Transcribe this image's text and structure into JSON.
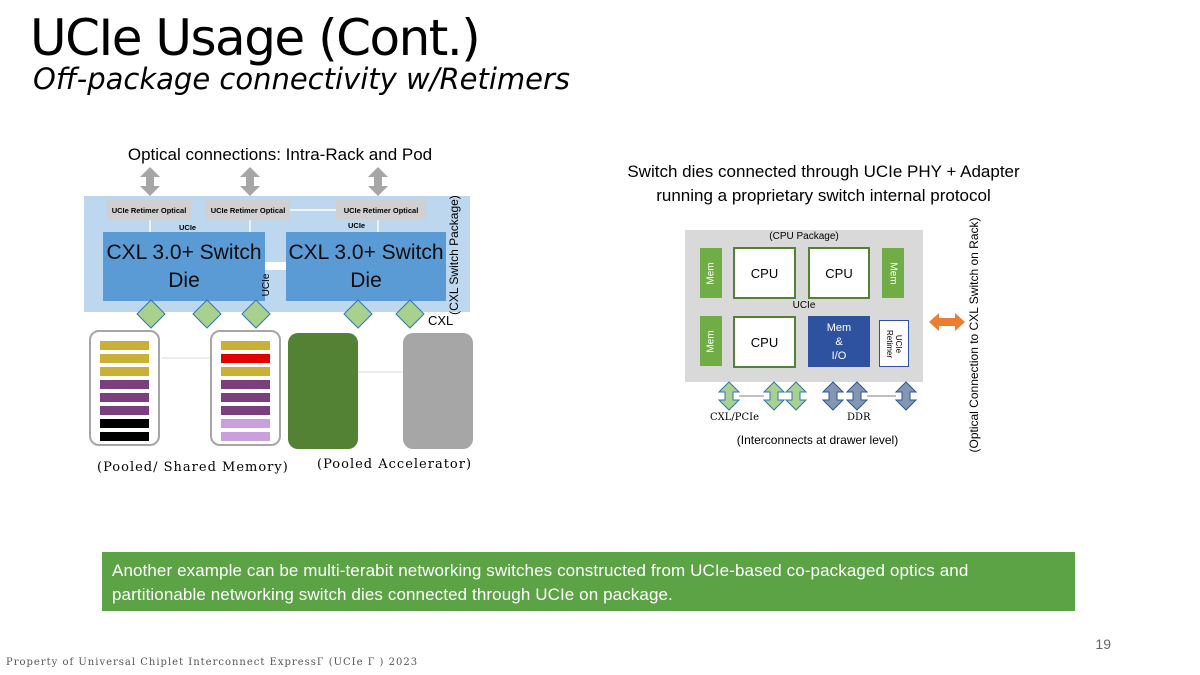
{
  "slide": {
    "title": "UCIe Usage (Cont.)",
    "subtitle": "Off-package connectivity w/Retimers",
    "page_number": "19",
    "footer": "Property of Universal Chiplet Interconnect ExpressГ (UCIe Г ) 2023"
  },
  "left_diagram": {
    "heading": "Optical  connections: Intra-Rack and Pod",
    "retimers": [
      "UCIe Retimer Optical",
      "UCIe Retimer Optical",
      "UCIe Retimer Optical"
    ],
    "ucie_labels": [
      "UCIe",
      "UCIe",
      "UCIe"
    ],
    "dies": [
      {
        "line1": "CXL 3.0+ Switch",
        "line2": "Die"
      },
      {
        "line1": "CXL 3.0+ Switch",
        "line2": "Die"
      }
    ],
    "package_label": "(CXL Switch Package)",
    "cxl_label": "CXL",
    "memory_caption": "(Pooled/ Shared Memory)",
    "accelerator_caption": "(Pooled Accelerator)",
    "colors": {
      "package": "#bdd7ee",
      "die": "#5b9bd5",
      "diamond": "#a9d18e",
      "accelerator_green": "#548235",
      "accelerator_gray": "#a6a6a6",
      "bar_gold": "#c9b037",
      "bar_purple": "#7b3f7e",
      "bar_red": "#e00000",
      "bar_black": "#000000",
      "bar_lilac": "#c9a0dc"
    }
  },
  "right_diagram": {
    "heading_line1": "Switch dies connected through UCIe PHY + Adapter",
    "heading_line2": "running a proprietary switch internal protocol",
    "package_label": "(CPU Package)",
    "cpu_labels": [
      "CPU",
      "CPU",
      "CPU"
    ],
    "mem_labels": [
      "Mem",
      "Mem",
      "Mem"
    ],
    "ucie_label": "UCIe",
    "memio_lines": [
      "Mem",
      "&",
      "I/O"
    ],
    "retimer_lines": [
      "UCIe",
      "Retimer"
    ],
    "cxl_pcie_label": "CXL/PCIe",
    "ddr_label": "DDR",
    "interconnect_caption": "(Interconnects at drawer level)",
    "optical_label": "(Optical Connection to CXL Switch on Rack)",
    "colors": {
      "package": "#d9d9d9",
      "mem_green": "#70ad47",
      "memio_blue": "#2f52a0",
      "arrow_light": "#a9d18e",
      "arrow_gray": "#8497b0",
      "arrow_orange": "#ed7d31"
    }
  },
  "note": {
    "text_line1": "Another example can be multi-terabit networking switches constructed from UCIe-based co-packaged optics and",
    "text_line2": "partitionable networking switch dies connected through UCIe on package.",
    "color": "#5ba345"
  }
}
